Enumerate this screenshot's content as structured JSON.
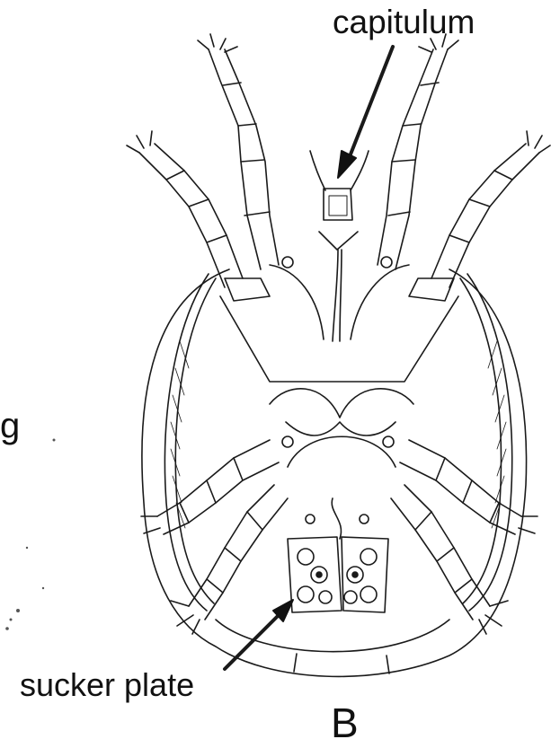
{
  "labels": {
    "capitulum": "capitulum",
    "sucker_plate": "sucker plate",
    "panel": "B",
    "stray_left": "g"
  },
  "colors": {
    "ink": "#1a1a1a",
    "background": "#ffffff"
  }
}
